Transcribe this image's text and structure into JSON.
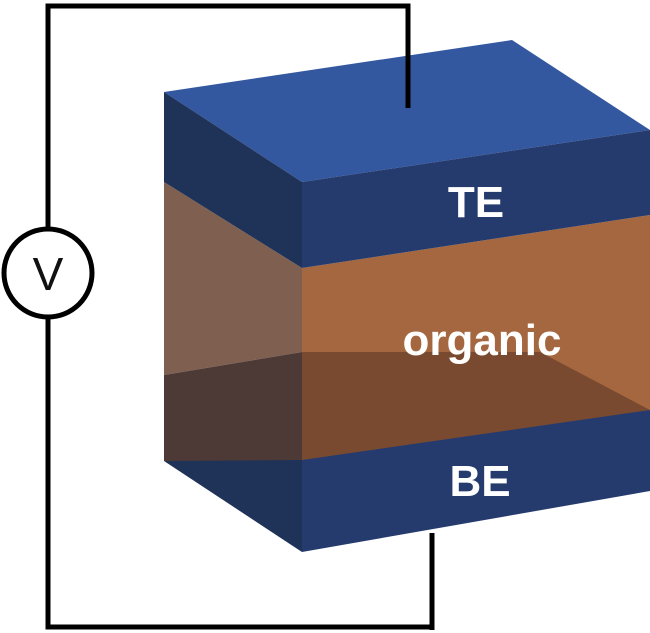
{
  "labels": {
    "top_electrode": "TE",
    "organic": "organic",
    "bottom_electrode": "BE",
    "voltmeter": "V"
  },
  "colors": {
    "electrode_top_face": "#3358a0",
    "electrode_front": "#253b6e",
    "electrode_side": "#1f3258",
    "organic_front": "#a4673f",
    "organic_side": "#7f6050",
    "organic_bottom_front": "#7a4a30",
    "organic_bottom_side": "#4d3a36",
    "wire": "#000000"
  }
}
